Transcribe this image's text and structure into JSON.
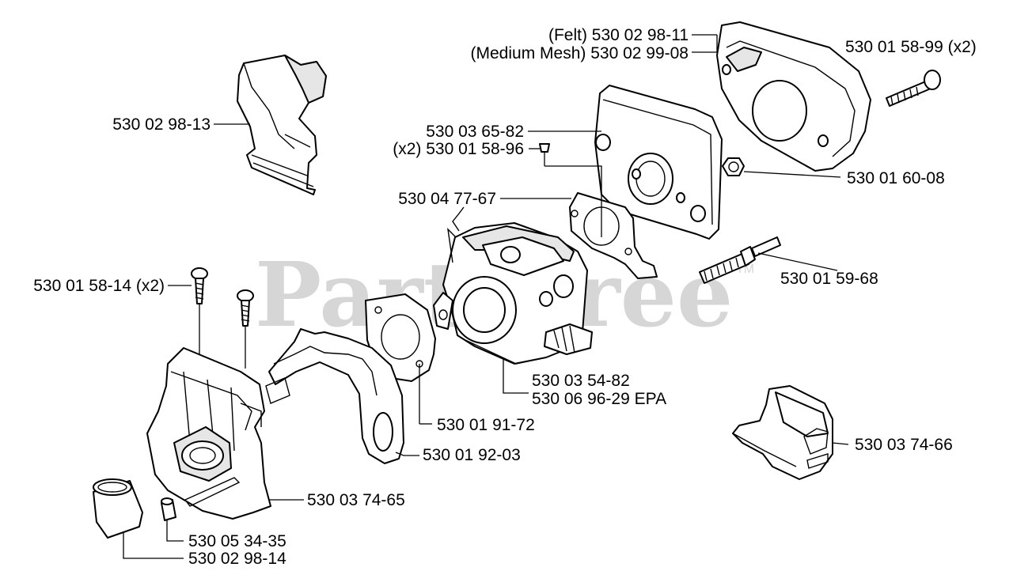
{
  "watermark": {
    "text": "PartsTree",
    "tm": "TM"
  },
  "labels": {
    "felt": "(Felt) 530 02 98-11",
    "medium_mesh": "(Medium Mesh) 530 02 99-08",
    "screw_x2_top": "530 01 58-99 (x2)",
    "deflector": "530 02 98-13",
    "cover_plate": "530 03 65-82",
    "screw_small": "(x2) 530 01 58-96",
    "nut": "530 01 60-08",
    "gasket_top": "530 04 77-67",
    "stud": "530 01 59-68",
    "screw_left": "530 01 58-14 (x2)",
    "carb_1": "530 03 54-82",
    "carb_2": "530 06 96-29 EPA",
    "gasket_mid": "530 01 91-72",
    "gasket_shape": "530 01 92-03",
    "clip": "530 03 74-66",
    "intake_body": "530 03 74-65",
    "sleeve": "530 05 34-35",
    "boot": "530 02 98-14"
  }
}
